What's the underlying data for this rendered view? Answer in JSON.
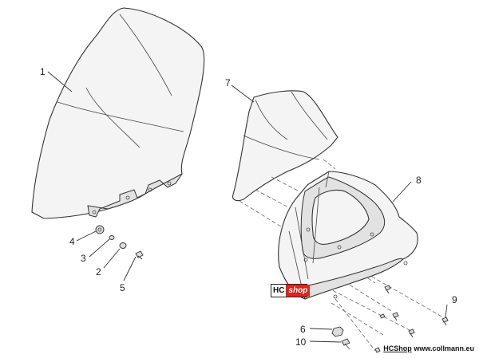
{
  "callouts": {
    "c1": "1",
    "c2": "2",
    "c3": "3",
    "c4": "4",
    "c5": "5",
    "c6": "6",
    "c7": "7",
    "c8": "8",
    "c9": "9",
    "c10": "10"
  },
  "watermark": {
    "hc": "HC",
    "shop": "shop"
  },
  "footer": {
    "brand": "HCShop",
    "url": "www.collmann.eu"
  }
}
